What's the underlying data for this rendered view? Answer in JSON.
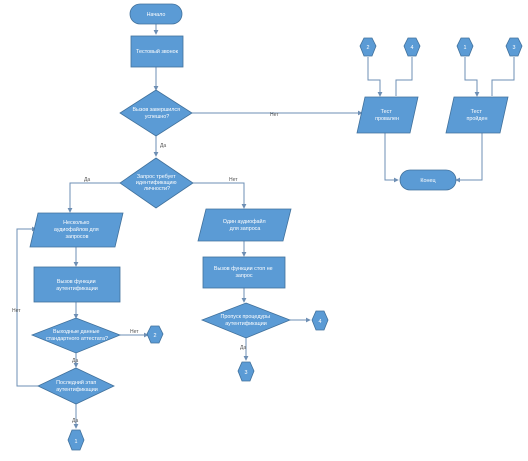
{
  "nodes": {
    "start": "Начало",
    "test_call": "Тестовый звонок",
    "call_success": [
      "Вызов завершился",
      "успешно?"
    ],
    "test_failed": [
      "Тест",
      "провален"
    ],
    "test_passed": [
      "Тест",
      "пройден"
    ],
    "end": "Конец",
    "needs_auth": [
      "Запрос требует",
      "идентификацию",
      "личности?"
    ],
    "multi_audio": [
      "Несколько",
      "аудиофайлов для",
      "запросов"
    ],
    "single_audio": [
      "Один аудиофайл",
      "для запроса"
    ],
    "auth_call_left": [
      "Вызов функции",
      "аутентификации"
    ],
    "auth_call_right": [
      "Вызов функции стоп не",
      "запрос"
    ],
    "data_check": [
      "Выходные данные",
      "стандартного аттестата?"
    ],
    "last_stage": [
      "Последний этап",
      "аутентификации"
    ],
    "skip_auth": [
      "Пропуск процедуры",
      "аутентификации"
    ]
  },
  "connectors": {
    "c2_top": "2",
    "c4_top": "4",
    "c1_top": "1",
    "c3_top": "3",
    "c2_mid": "2",
    "c4_mid": "4",
    "c3_bottom": "3",
    "c1_bottom": "1"
  },
  "edge_labels": {
    "no_call": "Нет",
    "yes_call": "Да",
    "yes_auth": "Да",
    "no_auth": "Нет",
    "no_data": "Нет",
    "yes_data": "Да",
    "yes_last": "Да",
    "no_last": "Нет",
    "yes_skip": "Да"
  },
  "colors": {
    "shape_fill": "#5b9bd5",
    "shape_stroke": "#41719c",
    "edge": "#6e8fb4"
  }
}
